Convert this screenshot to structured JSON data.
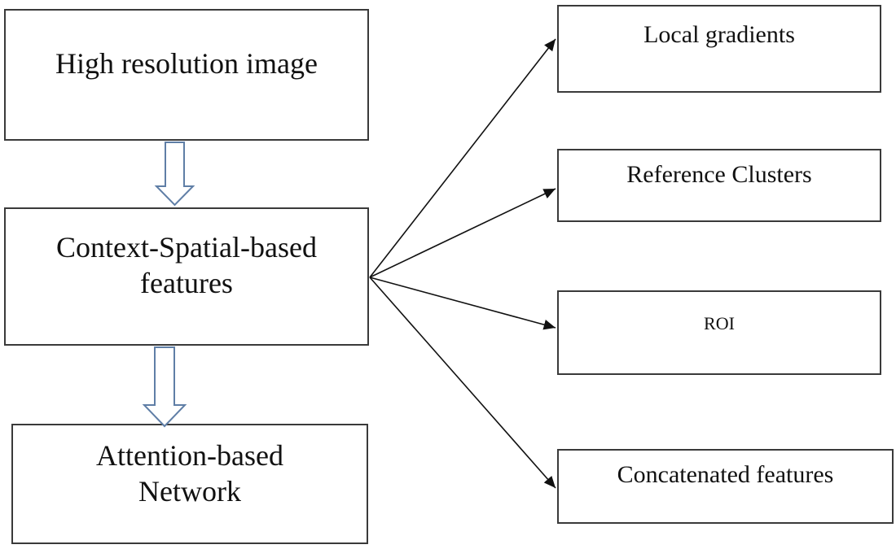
{
  "diagram": {
    "nodes": {
      "input": {
        "label": "High resolution image"
      },
      "context": {
        "label": "Context-Spatial-based\nfeatures"
      },
      "network": {
        "label": "Attention-based\nNetwork"
      },
      "local_gradients": {
        "label": "Local gradients"
      },
      "reference_clusters": {
        "label": "Reference Clusters"
      },
      "roi": {
        "label": "ROI"
      },
      "concatenated": {
        "label": "Concatenated  features"
      }
    },
    "edges": [
      {
        "from": "input",
        "to": "context",
        "style": "hollow-block-arrow"
      },
      {
        "from": "context",
        "to": "network",
        "style": "hollow-block-arrow"
      },
      {
        "from": "context",
        "to": "local_gradients",
        "style": "line-arrow"
      },
      {
        "from": "context",
        "to": "reference_clusters",
        "style": "line-arrow"
      },
      {
        "from": "context",
        "to": "roi",
        "style": "line-arrow"
      },
      {
        "from": "context",
        "to": "concatenated",
        "style": "line-arrow"
      }
    ],
    "colors": {
      "border": "#3a3a3a",
      "arrow_fill_hollow": "#ffffff",
      "arrow_stroke_hollow": "#5f7ea6",
      "line": "#111111"
    }
  }
}
